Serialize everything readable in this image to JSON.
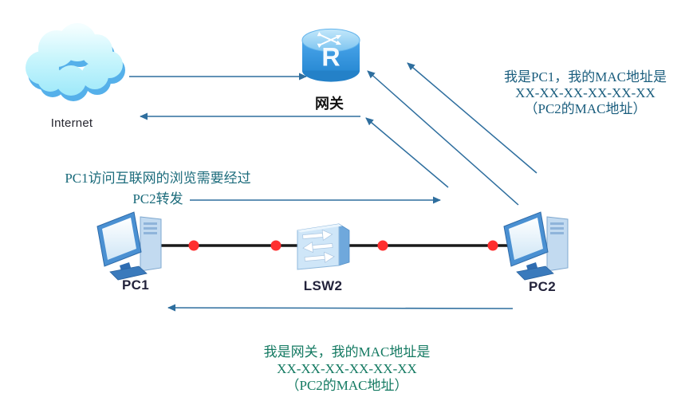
{
  "diagram": {
    "nodes": {
      "internet": {
        "label": "Internet"
      },
      "gateway": {
        "label": "网关",
        "face_letter": "R"
      },
      "pc1": {
        "label": "PC1"
      },
      "switch": {
        "label": "LSW2"
      },
      "pc2": {
        "label": "PC2"
      }
    },
    "notes": {
      "left": {
        "line1": "PC1访问互联网的浏览需要经过",
        "line2": "PC2转发"
      },
      "right": {
        "line1": "我是PC1，我的MAC地址是",
        "line2": "XX-XX-XX-XX-XX-XX",
        "line3": "（PC2的MAC地址）"
      },
      "bottom": {
        "line1": "我是网关，我的MAC地址是",
        "line2": "XX-XX-XX-XX-XX-XX",
        "line3": "（PC2的MAC地址）"
      }
    },
    "colors": {
      "arrow-color": "#2e6e9e",
      "cable-color": "#1a1a1a",
      "dot-color": "#ff2f2f",
      "note-left-color": "#1b6b7b",
      "note-right-color": "#1b5e7e",
      "note-bottom-color": "#147a62",
      "device-blue": "#3b9be0",
      "cloud-fill": "#aeeffb"
    }
  }
}
